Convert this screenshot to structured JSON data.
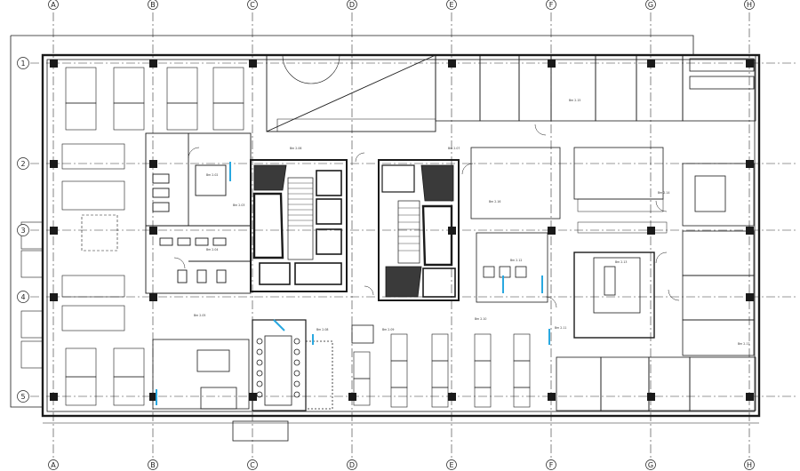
{
  "grid": {
    "columns": [
      "A",
      "B",
      "C",
      "D",
      "E",
      "F",
      "G",
      "H"
    ],
    "rows": [
      "1",
      "2",
      "3",
      "4",
      "5"
    ]
  },
  "room_tags": [
    "Bm 2.02",
    "Bm 2.03",
    "Bm 2.04",
    "Bm 2.05",
    "Bm 2.06",
    "Bm 2.07",
    "Bm 2.08",
    "Bm 2.09",
    "Bm 2.10",
    "Bm 2.11",
    "Bm 2.12",
    "Bm 2.13",
    "Bm 2.14",
    "Bm 2.15",
    "Bm 2.16",
    "Bm 2.17"
  ],
  "colors": {
    "linework": "#1a1a1a",
    "highlight": "#29a8e0",
    "background": "#ffffff"
  }
}
